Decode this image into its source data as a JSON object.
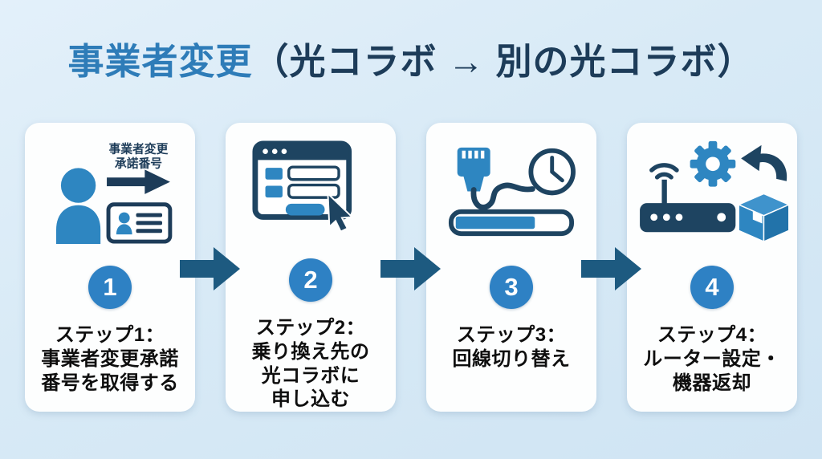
{
  "title": {
    "main": "事業者変更",
    "sub": "（光コラボ → 別の光コラボ）"
  },
  "colors": {
    "background": "#d8e9f5",
    "card": "#fdfefe",
    "title_main": "#2e7cb8",
    "title_sub": "#1d3c59",
    "flow_arrow": "#1d5a80",
    "number_circle": "#2e81c4",
    "icon_blue": "#2e86c1",
    "icon_navy": "#1e4461",
    "step_text": "#0e0e0e"
  },
  "steps": [
    {
      "number": "1",
      "icon": "person-id-card-icon",
      "icon_caption": [
        "事業者変更",
        "承諾番号"
      ],
      "label_lines": [
        "ステップ1：",
        "事業者変更承諾",
        "番号を取得する"
      ]
    },
    {
      "number": "2",
      "icon": "application-form-icon",
      "label_lines": [
        "ステップ2：",
        "乗り換え先の",
        "光コラボに",
        "申し込む"
      ]
    },
    {
      "number": "3",
      "icon": "line-switch-progress-icon",
      "label_lines": [
        "ステップ3：",
        "回線切り替え"
      ]
    },
    {
      "number": "4",
      "icon": "router-setup-return-icon",
      "label_lines": [
        "ステップ4：",
        "ルーター設定・",
        "機器返却"
      ]
    }
  ]
}
